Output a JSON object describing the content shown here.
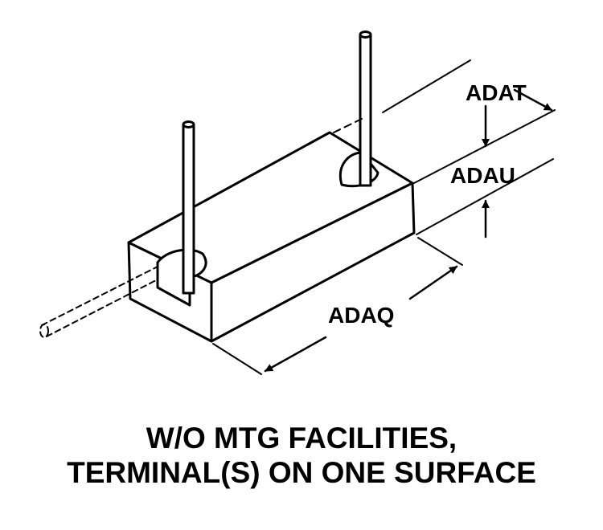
{
  "labels": {
    "adat": "ADAT",
    "adau": "ADAU",
    "adaq": "ADAQ"
  },
  "caption": {
    "line1": "W/O MTG FACILITIES,",
    "line2": "TERMINAL(S) ON ONE SURFACE"
  },
  "colors": {
    "ink": "#000000",
    "paper": "#ffffff"
  }
}
